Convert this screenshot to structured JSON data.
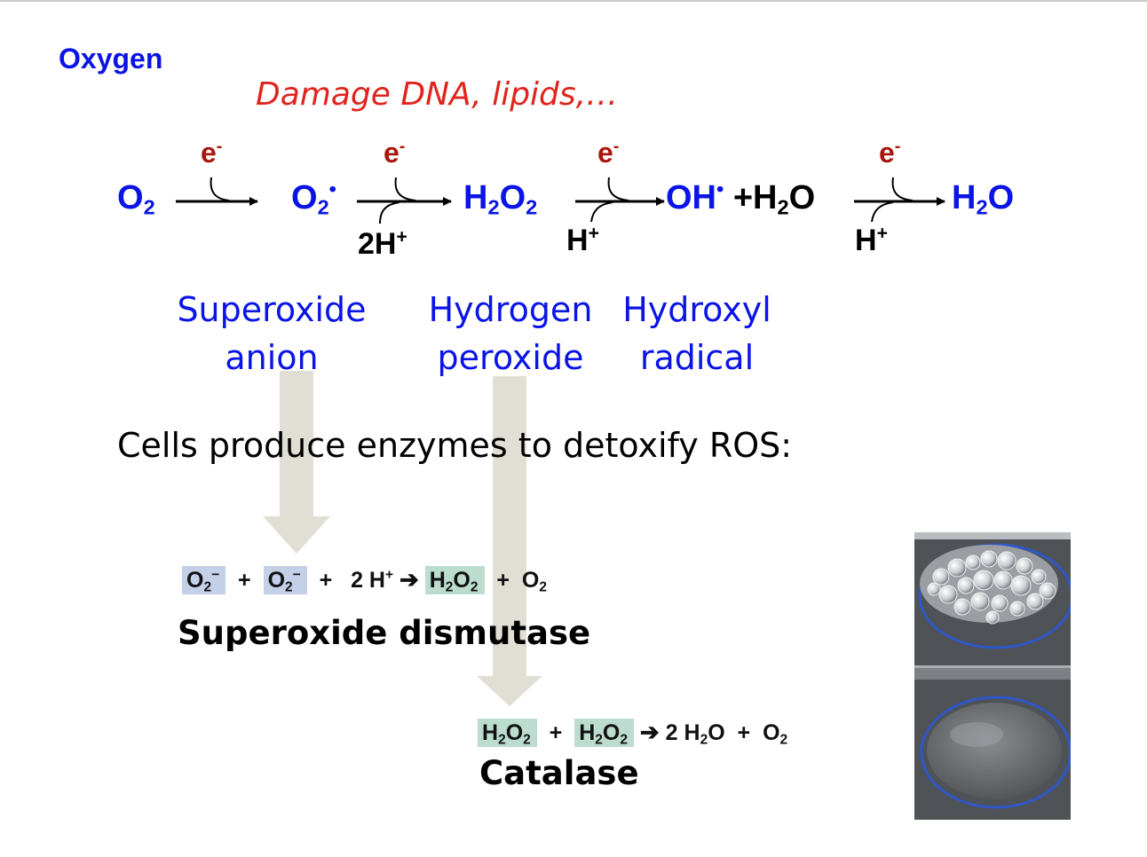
{
  "heading": "Oxygen",
  "damage_note": "Damage DNA, lipids,…",
  "electron": {
    "symbol": "e",
    "charge": "-"
  },
  "reaction": {
    "species1": {
      "base": "O",
      "sub": "2"
    },
    "species2": {
      "base": "O",
      "sub": "2",
      "dot": "•"
    },
    "species3": {
      "a": "H",
      "sub1": "2",
      "b": "O",
      "sub2": "2"
    },
    "species4": {
      "base": "OH",
      "dot": "•",
      "plus": "+",
      "water_h": "H",
      "water_sub": "2",
      "water_o": "O"
    },
    "species5": {
      "h": "H",
      "sub": "2",
      "o": "O"
    },
    "proton_step2": {
      "base": "2H",
      "charge": "+"
    },
    "proton_step3": {
      "base": "H",
      "charge": "+"
    },
    "proton_step4": {
      "base": "H",
      "charge": "+"
    }
  },
  "species_labels": {
    "superoxide": {
      "line1": "Superoxide",
      "line2": "anion"
    },
    "hydrogen_peroxide": {
      "line1": "Hydrogen",
      "line2": "peroxide"
    },
    "hydroxyl": {
      "line1": "Hydroxyl",
      "line2": "radical"
    }
  },
  "statement": "Cells produce enzymes to detoxify ROS:",
  "sod_equation": {
    "o": "O",
    "two": "2",
    "minus": "−",
    "plus": "+",
    "protons": "2 H",
    "proton_charge": "+",
    "h": "H",
    "product_o": "O"
  },
  "sod_name": "Superoxide dismutase",
  "catalase_equation": {
    "h": "H",
    "two": "2",
    "o": "O",
    "plus": "+",
    "water_coef": "2 H",
    "water_o": "O"
  },
  "catalase_name": "Catalase",
  "colors": {
    "blue_text": "#0a14e6",
    "red_text": "#e0241c",
    "electron": "#a8170e",
    "arrow_fill": "#dedbd0",
    "highlight_superoxide": "#c4cfe8",
    "highlight_peroxide": "#bcdcd0"
  },
  "photo": {
    "icon": "catalase-bubbles-photo"
  }
}
